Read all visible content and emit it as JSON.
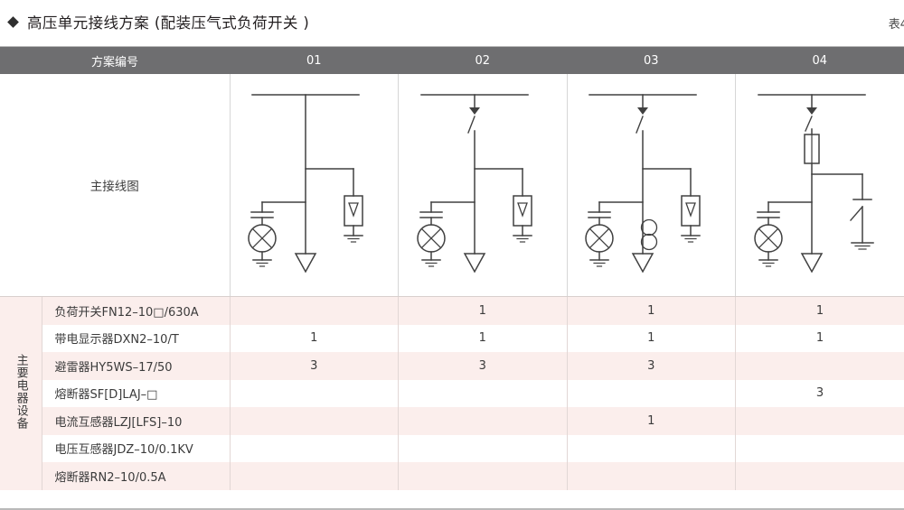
{
  "header": {
    "bullet": "◆",
    "title": "高压单元接线方案 (配装压气式负荷开关 )",
    "table_number": "表4"
  },
  "colors": {
    "header_bg": "#6e6e70",
    "row_stripe": "#fbeeec",
    "row_plain": "#ffffff",
    "line": "#404040",
    "border": "#d8cfcd"
  },
  "table": {
    "columns": {
      "label": "方案编号",
      "schemes": [
        "01",
        "02",
        "03",
        "04"
      ]
    },
    "diagram_row_label": "主接线图",
    "group_label": "主要电器设备",
    "equipment": [
      {
        "name": "负荷开关FN12–10□/630A",
        "qty": [
          "",
          "1",
          "1",
          "1"
        ]
      },
      {
        "name": "带电显示器DXN2–10/T",
        "qty": [
          "1",
          "1",
          "1",
          "1"
        ]
      },
      {
        "name": "避雷器HY5WS–17/50",
        "qty": [
          "3",
          "3",
          "3",
          ""
        ]
      },
      {
        "name": "熔断器SF[D]LAJ–□",
        "qty": [
          "",
          "",
          "",
          "3"
        ]
      },
      {
        "name": "电流互感器LZJ[LFS]–10",
        "qty": [
          "",
          "",
          "1",
          ""
        ]
      },
      {
        "name": "电压互感器JDZ–10/0.1KV",
        "qty": [
          "",
          "",
          "",
          ""
        ]
      },
      {
        "name": "熔断器RN2–10/0.5A",
        "qty": [
          "",
          "",
          "",
          ""
        ]
      }
    ]
  },
  "diagrams": {
    "scheme01": {
      "name": "wiring-diagram-01",
      "components": [
        "busbar",
        "cable-terminal",
        "surge-arrester",
        "live-line-indicator",
        "earth"
      ]
    },
    "scheme02": {
      "name": "wiring-diagram-02",
      "components": [
        "busbar",
        "load-switch",
        "cable-terminal",
        "surge-arrester",
        "live-line-indicator",
        "earth"
      ]
    },
    "scheme03": {
      "name": "wiring-diagram-03",
      "components": [
        "busbar",
        "load-switch",
        "current-transformer",
        "cable-terminal",
        "surge-arrester",
        "live-line-indicator",
        "earth"
      ]
    },
    "scheme04": {
      "name": "wiring-diagram-04",
      "components": [
        "busbar",
        "load-switch",
        "fuse",
        "earthing-switch",
        "cable-terminal",
        "live-line-indicator",
        "earth"
      ]
    }
  }
}
